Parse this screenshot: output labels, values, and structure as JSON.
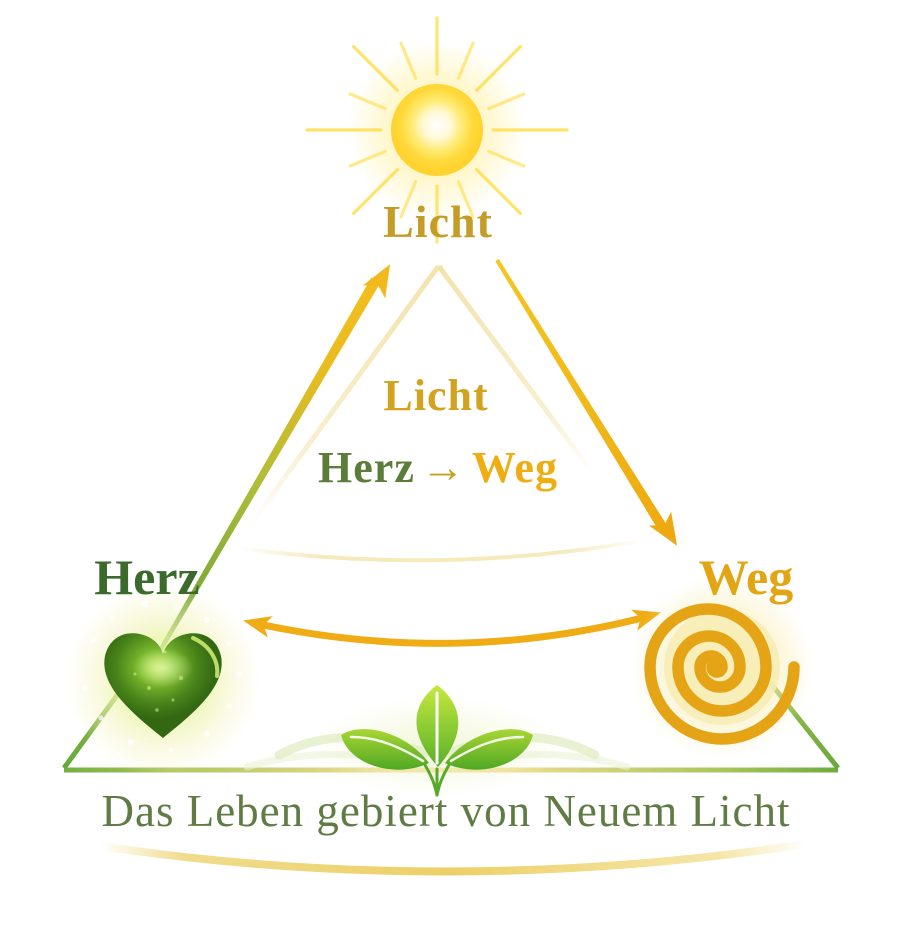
{
  "diagram": {
    "top_node": "Licht",
    "left_node": "Herz",
    "right_node": "Weg",
    "center": {
      "line1": "Licht",
      "herz": "Herz",
      "arrow": "→",
      "weg": "Weg"
    },
    "caption": "Das Leben gebiert von Neuem Licht",
    "icons": {
      "top": "sun-icon",
      "left": "heart-icon",
      "right": "spiral-icon",
      "bottom": "sprout-icon"
    },
    "arrows": [
      {
        "from": "Herz",
        "to": "Licht",
        "direction": "up"
      },
      {
        "from": "Licht",
        "to": "Weg",
        "direction": "down"
      },
      {
        "from": "Herz",
        "to": "Weg",
        "direction": "bidirectional"
      }
    ],
    "colors": {
      "gold": "#F0B019",
      "deep_gold": "#C49D28",
      "pale_gold": "#EFDC8E",
      "dark_green": "#3C6A2D",
      "olive_green": "#5C7C3A",
      "leaf_green": "#5BB22A",
      "caption_green": "#5F7C45",
      "heart_green": "#48831A",
      "background": "#FFFFFF"
    }
  }
}
